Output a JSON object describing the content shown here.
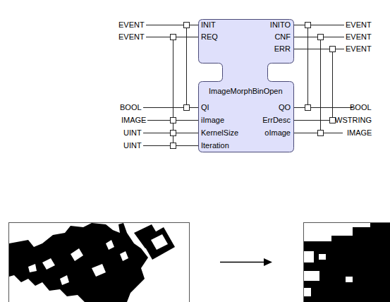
{
  "diagram": {
    "nodes": [
      {
        "text": [
          "INIT",
          "REQ",
          "INITO",
          "CNF",
          "ERR",
          "ImageMorphBinOpen",
          "QI",
          "iImage",
          "KernelSize",
          "Iteration",
          "QO",
          "ErrDesc",
          "oImage"
        ]
      }
    ],
    "labels": [
      "EVENT",
      "EVENT",
      "BOOL",
      "IMAGE",
      "UINT",
      "UINT",
      "EVENT",
      "EVENT",
      "EVENT",
      "BOOL",
      "WSTRING",
      "IMAGE"
    ]
  }
}
